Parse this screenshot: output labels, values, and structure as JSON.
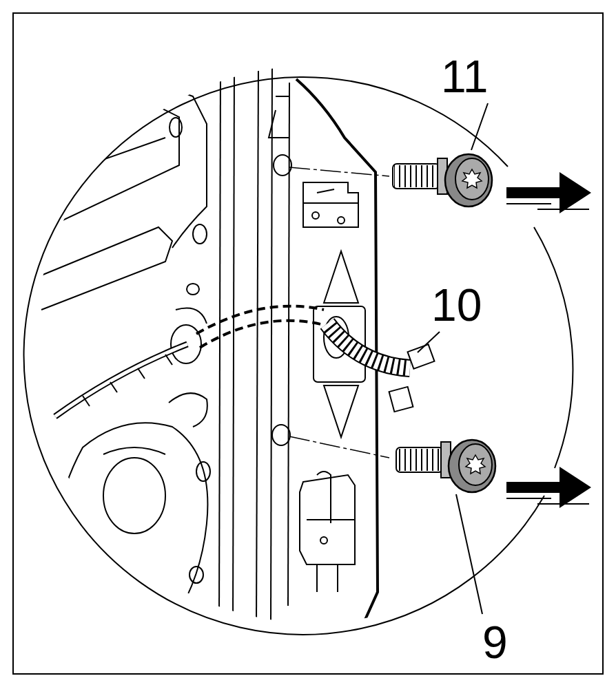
{
  "diagram": {
    "labels": [
      "11",
      "10",
      "9"
    ]
  }
}
